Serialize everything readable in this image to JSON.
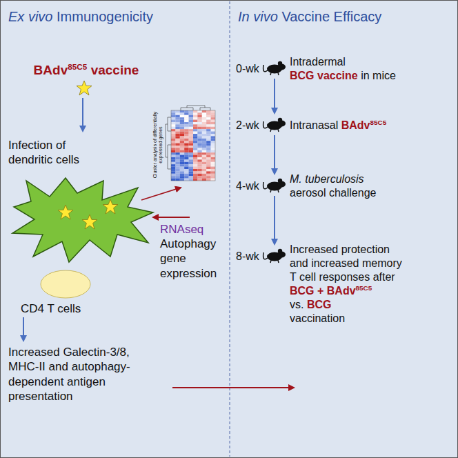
{
  "diagram": {
    "labels": [
      "Ex vivo",
      "Immunogenicity",
      "In vivo",
      "Vaccine Efficacy",
      "BAdv",
      "85C5",
      "vaccine",
      "Infection of dendritic cells",
      "Cluster analysis of differentially expressed genes",
      "RNAseq",
      "Autophagy gene expression",
      "CD4 T cells",
      "Increased Galectin-3/8, MHC-II and autophagy-dependent antigen presentation",
      "0-wk",
      "Intradermal",
      "BCG vaccine",
      "in mice",
      "2-wk",
      "Intranasal",
      "BAdv",
      "85C5",
      "4-wk",
      "M. tuberculosis",
      "aerosol challenge",
      "8-wk",
      "Increased protection and increased memory T cell responses after",
      "BCG + BAdv",
      "85C5",
      "vs.",
      "BCG",
      "vaccination"
    ]
  }
}
